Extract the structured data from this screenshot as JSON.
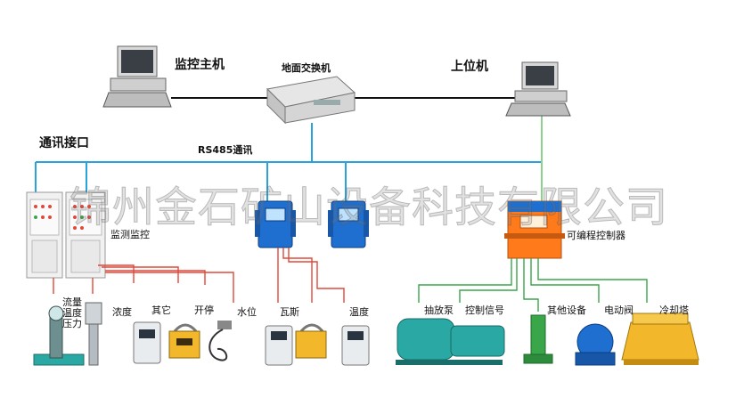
{
  "colors": {
    "bus_blue": "#29a3dc",
    "wire_red": "#e0483a",
    "wire_green": "#3aa64a",
    "device_blue": "#1e6fd0",
    "plc_orange": "#ff7a1a",
    "pump_teal": "#2aa9a4",
    "tower_yellow": "#f2b72a"
  },
  "labels": {
    "host": "监控主机",
    "switch": "地面交换机",
    "upper": "上位机",
    "comm_port": "通讯接口",
    "rs485": "RS485通讯",
    "monitor": "监测监控",
    "plc": "可编程控制器",
    "flow": "流量",
    "temp": "温度",
    "pressure": "压力",
    "concentration": "浓度",
    "other": "其它",
    "on_off": "开停",
    "water_level": "水位",
    "gas": "瓦斯",
    "temperature": "温度",
    "pump": "抽放泵",
    "control_signal": "控制信号",
    "other_equipment": "其他设备",
    "electric_valve": "电动阀",
    "cooling_tower": "冷却塔"
  },
  "watermark": "锦州金石矿山设备科技有限公司"
}
